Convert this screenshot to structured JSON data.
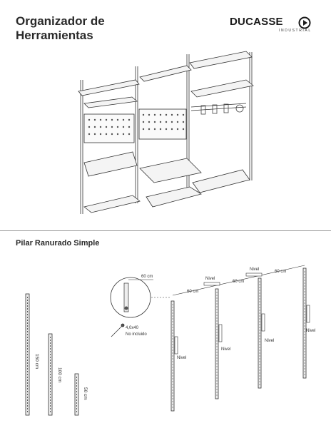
{
  "header": {
    "title_line1": "Organizador de",
    "title_line2": "Herramientas",
    "brand_name": "DUCASSE",
    "brand_sub": "INDUSTRIAL",
    "brand_color": "#1a1a1a"
  },
  "section": {
    "title": "Pilar Ranurado Simple"
  },
  "heights": {
    "h150": "150 cm",
    "h100": "100 cm",
    "h50": "50 cm"
  },
  "detail": {
    "spacing": "60 cm",
    "screw": "4,0x40",
    "screw_note": "No incluido"
  },
  "install": {
    "spacing_1": "60 cm",
    "spacing_2": "60 cm",
    "spacing_3": "60 cm",
    "level_top_1": "Nivel",
    "level_top_2": "Nivel",
    "level_1": "Nivel",
    "level_2": "Nivel",
    "level_3": "Nivel",
    "level_4": "Nivel"
  }
}
